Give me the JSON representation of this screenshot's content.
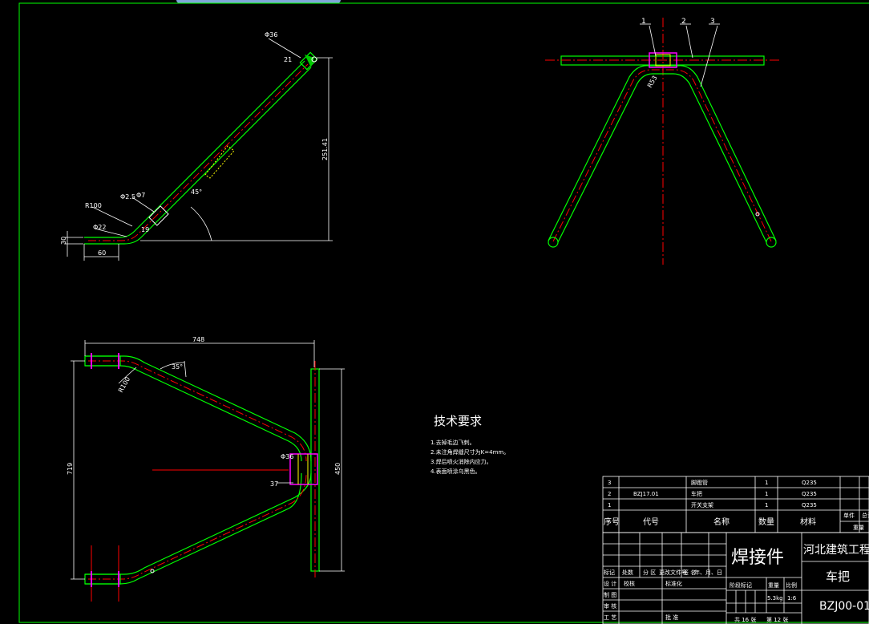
{
  "tech": {
    "title": "技术要求",
    "items": [
      "1.去掉毛边飞刺。",
      "2.未注角焊缝尺寸为K=4mm。",
      "3.焊后喷火消除内应力。",
      "4.表面喷涂乌黑色。"
    ]
  },
  "dims": {
    "side": [
      "Φ36",
      "21",
      "251.41",
      "45°",
      "Φ7",
      "Φ2.5",
      "19",
      "R100",
      "Φ22",
      "30",
      "60"
    ],
    "plan": [
      "748",
      "35°",
      "R100",
      "719",
      "450",
      "Φ36",
      "37"
    ],
    "front": [
      "1",
      "2",
      "3",
      "R53"
    ]
  },
  "bom": {
    "rows": [
      {
        "no": "3",
        "code": "",
        "name": "脚蹬管",
        "qty": "1",
        "mat": "Q235"
      },
      {
        "no": "2",
        "code": "BZJ17.01",
        "name": "车把",
        "qty": "1",
        "mat": "Q235"
      },
      {
        "no": "1",
        "code": "",
        "name": "开关支架",
        "qty": "1",
        "mat": "Q235"
      }
    ],
    "headers": {
      "no": "序号",
      "code": "代号",
      "name": "名称",
      "qty": "数量",
      "mat": "材料",
      "single": "单件",
      "total": "总计",
      "weight": "重量"
    }
  },
  "title_block": {
    "part_type": "焊接件",
    "school": "河北建筑工程学",
    "part_name": "车把",
    "drawing_no": "BZJ00-01",
    "mark_labels": [
      "标记",
      "处数",
      "分 区",
      "更改文件号",
      "签 名",
      "年、月、日"
    ],
    "role_labels": [
      "设 计",
      "校核",
      "标准化",
      "制 图",
      "审 核",
      "工 艺",
      "批 准"
    ],
    "stage_label": "阶段标记",
    "weight_label": "重量",
    "scale_label": "比例",
    "weight": "5.3kg",
    "scale": "1:6",
    "sheet_total": "共 16 张",
    "sheet_no": "第 12 张"
  },
  "colors": {
    "outline": "#00ff00",
    "center": "#ff0000",
    "dim": "#ffffff",
    "weld": "#ff00ff",
    "hatch": "#ffff00"
  }
}
